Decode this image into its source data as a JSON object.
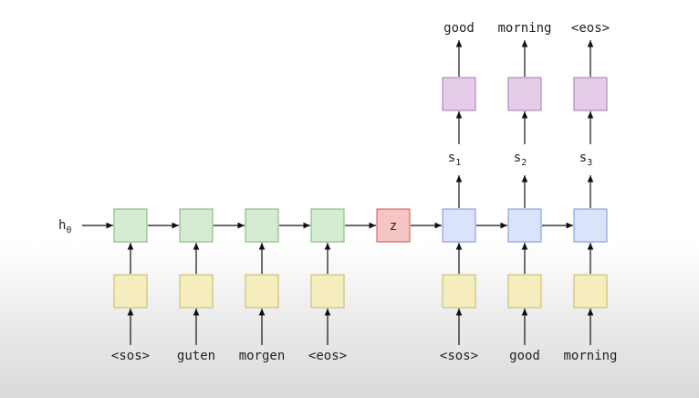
{
  "diagram": {
    "initial_hidden": {
      "base": "h",
      "sub": "0"
    },
    "context_vector": "z",
    "encoder_inputs": [
      "<sos>",
      "guten",
      "morgen",
      "<eos>"
    ],
    "decoder_inputs": [
      "<sos>",
      "good",
      "morning"
    ],
    "decoder_states": [
      {
        "base": "s",
        "sub": "1"
      },
      {
        "base": "s",
        "sub": "2"
      },
      {
        "base": "s",
        "sub": "3"
      }
    ],
    "decoder_outputs": [
      "good",
      "morning",
      "<eos>"
    ],
    "colors": {
      "encoder_rnn_fill": "#d5ecd3",
      "encoder_rnn_stroke": "#7ab66f",
      "embedding_fill": "#f5edbe",
      "embedding_stroke": "#c6b66a",
      "context_fill": "#f5c5c3",
      "context_stroke": "#c85a56",
      "decoder_rnn_fill": "#dbe3fb",
      "decoder_rnn_stroke": "#7e93d3",
      "output_fill": "#e5cdea",
      "output_stroke": "#a276b3",
      "arrow": "#111111"
    }
  }
}
